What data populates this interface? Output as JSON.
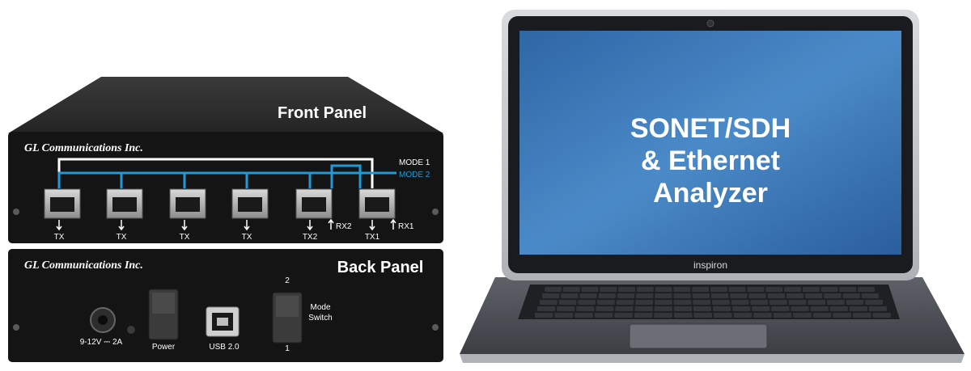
{
  "front_panel": {
    "title": "Front Panel",
    "brand": "GL Communications Inc.",
    "mode1_label": "MODE 1",
    "mode2_label": "MODE 2",
    "port_labels": [
      "TX",
      "TX",
      "TX",
      "TX",
      "TX2",
      "TX1"
    ],
    "rx_labels": [
      "RX2",
      "RX1"
    ]
  },
  "back_panel": {
    "title": "Back Panel",
    "brand": "GL Communications Inc.",
    "power_spec": "9-12V ⎓ 2A",
    "power_label": "Power",
    "usb_label": "USB 2.0",
    "mode_switch_label_line1": "Mode",
    "mode_switch_label_line2": "Switch",
    "switch_pos_top": "2",
    "switch_pos_bottom": "1"
  },
  "laptop": {
    "screen_line1": "SONET/SDH",
    "screen_line2": "& Ethernet",
    "screen_line3": "Analyzer",
    "brand": "inspiron"
  },
  "colors": {
    "mode1_line": "#ffffff",
    "mode2_line": "#1f9ad6",
    "screen_blue": "#3b78b8",
    "panel_dark": "#141414"
  }
}
